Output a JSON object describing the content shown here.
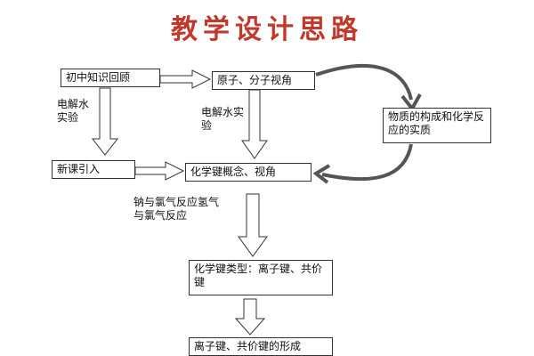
{
  "title": "教学设计思路",
  "nodes": {
    "review": "初中知识回顾",
    "atom_view": "原子、分子视角",
    "essence": "物质的构成和化学反应的实质",
    "intro": "新课引入",
    "bond_concept": "化学键概念、视角",
    "bond_types": "化学键类型：离子键、共价键",
    "formation": "离子键、共价键的形成"
  },
  "labels": {
    "electrolysis_left": "电解水实验",
    "electrolysis_mid": "电解水实验",
    "reactions": "钠与氯气反应氢气与氯气反应"
  }
}
